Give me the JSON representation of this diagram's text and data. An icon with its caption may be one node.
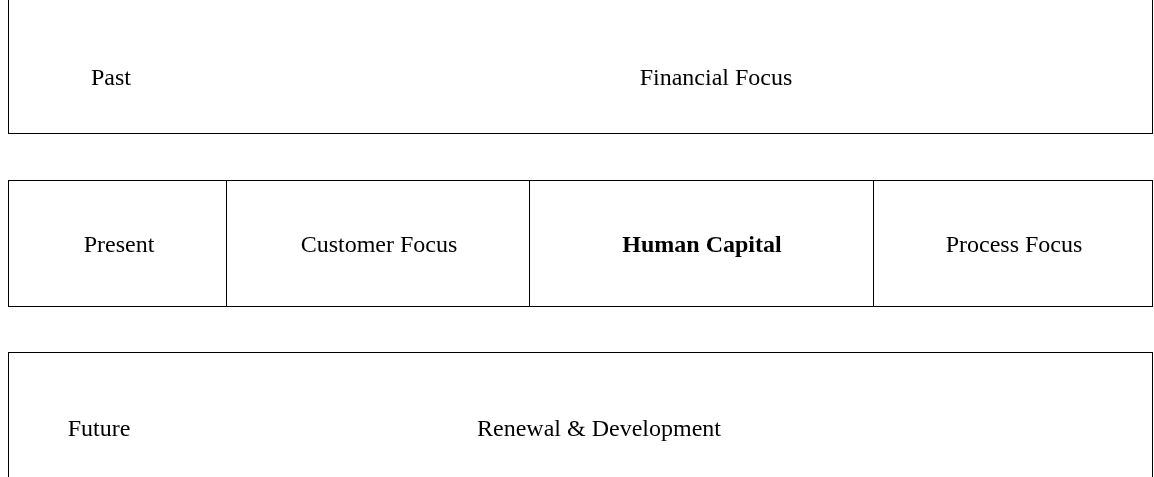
{
  "diagram": {
    "nodes": [
      {
        "text": [
          "Past",
          "Financial Focus"
        ]
      },
      {
        "text": [
          "Present"
        ]
      },
      {
        "text": [
          "Customer Focus"
        ]
      },
      {
        "text": [
          "Human Capital"
        ]
      },
      {
        "text": [
          "Process Focus"
        ]
      },
      {
        "text": [
          "Future",
          "Renewal & Development"
        ]
      }
    ],
    "edges": []
  }
}
